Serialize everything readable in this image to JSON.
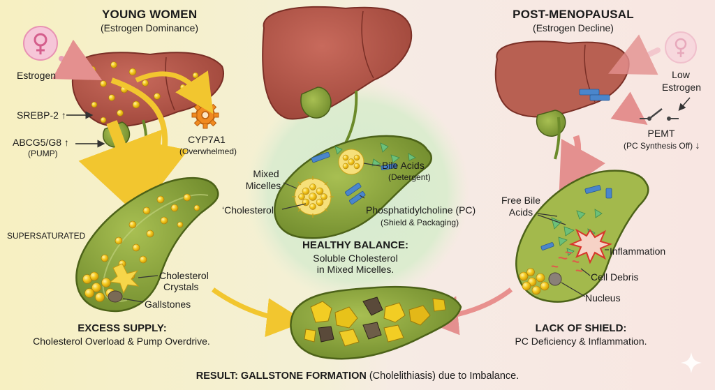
{
  "left": {
    "title": "YOUNG WOMEN",
    "subtitle": "(Estrogen Dominance)",
    "estrogen": "Estrogen",
    "srebp": "SREBP-2",
    "abcg": "ABCG5/G8",
    "pump": "(PUMP)",
    "cyp": "CYP7A1",
    "cyp_note": "(Overwhelmed)",
    "supersat": "SUPERSATURATED",
    "crystals_1": "Cholesterol",
    "crystals_2": "Crystals",
    "gallstones": "Gallstones",
    "footer_title": "EXCESS SUPPLY:",
    "footer_text": "Cholesterol Overload & Pump Overdrive."
  },
  "center": {
    "mixed_1": "Mixed",
    "mixed_2": "Micelles",
    "cholesterol": "‘Cholesterol",
    "bile_acids": "Bile Acids",
    "detergent": "(Detergent)",
    "pc": "Phosphatidylcholine (PC)",
    "pc_note": "(Shield & Packaging)",
    "balance_title": "HEALTHY BALANCE:",
    "balance_1": "Soluble Cholesterol",
    "balance_2": "in Mixed Micelles."
  },
  "right": {
    "title": "POST-MENOPAUSAL",
    "subtitle": "(Estrogen Decline)",
    "low_1": "Low",
    "low_2": "Estrogen",
    "pemt": "PEMT",
    "pemt_note": "(PC Synthesis Off)",
    "free_1": "Free Bile",
    "free_2": "Acids",
    "inflammation": "Inflammation",
    "debris": "Cell Debris",
    "nucleus": "Nucleus",
    "footer_title": "LACK OF SHIELD:",
    "footer_text": "PC Deficiency & Inflammation."
  },
  "result": {
    "bold": "RESULT: GALLSTONE FORMATION",
    "rest": " (Cholelithiasis) due to Imbalance."
  },
  "symbols": {
    "up": "↑",
    "down": "↓"
  },
  "colors": {
    "left_bg": "#f7f0c2",
    "right_bg": "#f8e6e2",
    "center_glow": "#d9ebcf",
    "liver": "#b5564a",
    "gallbladder": "#8aa23c",
    "cholesterol": "#f2c81e",
    "pc": "#4a86cc",
    "arrow_yellow": "#f4cc3a",
    "arrow_pink": "#e99a9a",
    "female_symbol": "#e77ba6"
  },
  "icons": [
    "female-symbol-icon",
    "gear-icon",
    "switch-icon",
    "inflammation-burst-icon",
    "sparkle-icon"
  ]
}
